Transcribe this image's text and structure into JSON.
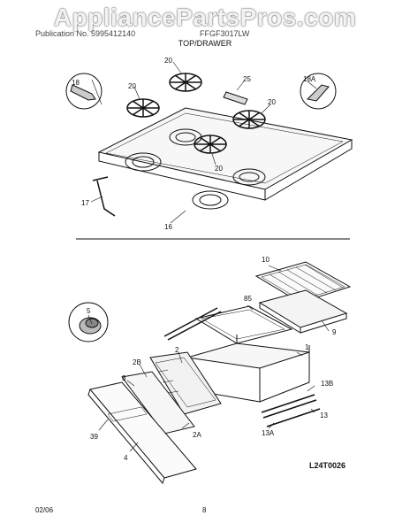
{
  "watermark": "AppliancePartsPros.com",
  "header": {
    "left": "Publication No. 5995412140",
    "right": "FFGF3017LW",
    "section": "TOP/DRAWER"
  },
  "callouts": {
    "c18": "18",
    "c20a": "20",
    "c20b": "20",
    "c20c": "20",
    "c20d": "20",
    "c25": "25",
    "c18a": "18A",
    "c17": "17",
    "c16": "16",
    "c10": "10",
    "c85": "85",
    "c9": "9",
    "c5": "5",
    "c2": "2",
    "c1": "1",
    "c2b": "2B",
    "c3": "3",
    "c13b": "13B",
    "c13": "13",
    "c13a": "13A",
    "c39": "39",
    "c2a": "2A",
    "c4": "4"
  },
  "figure_code": "L24T0026",
  "footer": {
    "date": "02/06",
    "page": "8"
  }
}
